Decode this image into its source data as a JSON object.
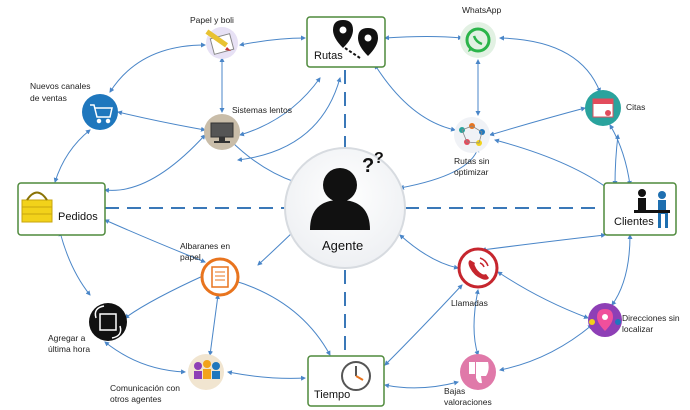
{
  "center": {
    "label": "Agente"
  },
  "boxes": {
    "rutas": "Rutas",
    "pedidos": "Pedidos",
    "clientes": "Clientes",
    "tiempo": "Tiempo"
  },
  "nodes": {
    "papel": "Papel y boli",
    "whatsapp": "WhatsApp",
    "nuevos_line1": "Nuevos canales",
    "nuevos_line2": "de ventas",
    "sistemas": "Sistemas lentos",
    "citas": "Citas",
    "rutas_sin_line1": "Rutas sin",
    "rutas_sin_line2": "optimizar",
    "albaranes_line1": "Albaranes en",
    "albaranes_line2": "papel",
    "llamadas": "Llamadas",
    "direcciones_line1": "Direcciones sin",
    "direcciones_line2": "localizar",
    "agregar_line1": "Agregar a",
    "agregar_line2": "última hora",
    "comunicacion_line1": "Comunicación con",
    "comunicacion_line2": "otros agentes",
    "bajas_line1": "Bajas",
    "bajas_line2": "valoraciones"
  },
  "colors": {
    "arrow": "#4a86c8",
    "dash": "#3a78b8",
    "box_border": "#4f8a3c",
    "papel_circle": "#e7e1f5",
    "whatsapp_circle": "#e2f1e3",
    "whatsapp_green": "#2bb44a",
    "nuevos_circle": "#1f77bd",
    "sistemas_circle": "#c9bda9",
    "citas_circle": "#2aa39d",
    "rutas_sin_circle": "#f0f2f6",
    "albaranes_circle": "#e8741e",
    "llamadas_circle": "#c6262e",
    "direcciones_circle": "#8e3fb6",
    "agregar_circle": "#111111",
    "comunicacion_circle": "#f1e5d0",
    "bajas_circle": "#e079a9",
    "basket_yellow": "#f2d21a",
    "clientes_blue": "#1e6fb0"
  },
  "icons": {
    "papel": "pencil-paper-icon",
    "rutas": "map-pins-route-icon",
    "whatsapp": "whatsapp-icon",
    "nuevos": "shopping-cart-icon",
    "sistemas": "computer-monitor-icon",
    "citas": "calendar-icon",
    "rutas_sin": "network-route-icon",
    "pedidos": "basket-icon",
    "clientes": "customer-service-desk-icon",
    "agente": "person-question-icon",
    "albaranes": "document-list-icon",
    "llamadas": "phone-icon",
    "direcciones": "map-marker-icon",
    "agregar": "package-recycle-icon",
    "comunicacion": "group-people-icon",
    "tiempo": "clock-icon",
    "bajas": "thumbs-down-icon"
  }
}
